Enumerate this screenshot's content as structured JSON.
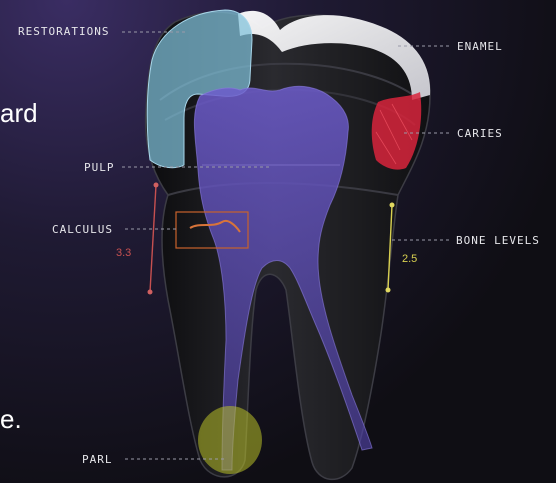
{
  "labels": {
    "restorations": "RESTORATIONS",
    "enamel": "ENAMEL",
    "pulp": "PULP",
    "caries": "CARIES",
    "calculus": "CALCULUS",
    "bone_levels": "BONE LEVELS",
    "parl": "PARL"
  },
  "measurements": {
    "left": "3.3",
    "right": "2.5"
  },
  "side_text": {
    "fragment_top": "ard",
    "fragment_bottom": "e."
  },
  "colors": {
    "background": "#120f18",
    "tooth": "#1b1b1e",
    "enamel": "#e9e9ee",
    "restorations": "#7ab8d0",
    "pulp": "#6a58c8",
    "caries": "#d8243c",
    "calculus": "#c8622c",
    "left_measure": "#c65050",
    "right_measure": "#d8d050",
    "parl": "#b8c028",
    "leader": "#9a9aa8"
  }
}
